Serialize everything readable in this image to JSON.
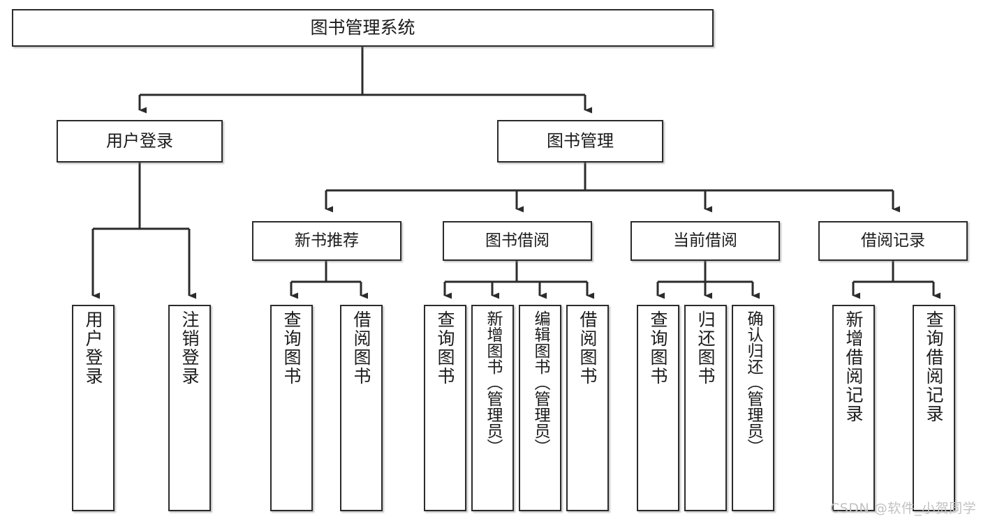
{
  "diagram": {
    "type": "hierarchy-tree",
    "title": "图书管理系统",
    "orientation": "top-down",
    "colors": {
      "background": "#ffffff",
      "node_fill": "#ffffff",
      "node_border": "#2b2b2b",
      "connector": "#2b2b2b",
      "text": "#1b1b1b",
      "watermark": "#c2c2c2"
    },
    "root": {
      "label": "图书管理系统"
    },
    "level1": [
      {
        "label": "用户登录"
      },
      {
        "label": "图书管理"
      }
    ],
    "level2": [
      {
        "label": "新书推荐"
      },
      {
        "label": "图书借阅"
      },
      {
        "label": "当前借阅"
      },
      {
        "label": "借阅记录"
      }
    ],
    "leaves": {
      "user_login": [
        {
          "label": "用户登录"
        },
        {
          "label": "注销登录"
        }
      ],
      "new_book_recommend": [
        {
          "label": "查询图书"
        },
        {
          "label": "借阅图书"
        }
      ],
      "book_borrow": [
        {
          "label": "查询图书"
        },
        {
          "label": "新增图书（管理员）"
        },
        {
          "label": "编辑图书（管理员）"
        },
        {
          "label": "借阅图书"
        }
      ],
      "current_borrow": [
        {
          "label": "查询图书"
        },
        {
          "label": "归还图书"
        },
        {
          "label": "确认归还（管理员）"
        }
      ],
      "borrow_record": [
        {
          "label": "新增借阅记录"
        },
        {
          "label": "查询借阅记录"
        }
      ]
    }
  },
  "watermark": {
    "text": "CSDN @软件_小贺同学"
  }
}
